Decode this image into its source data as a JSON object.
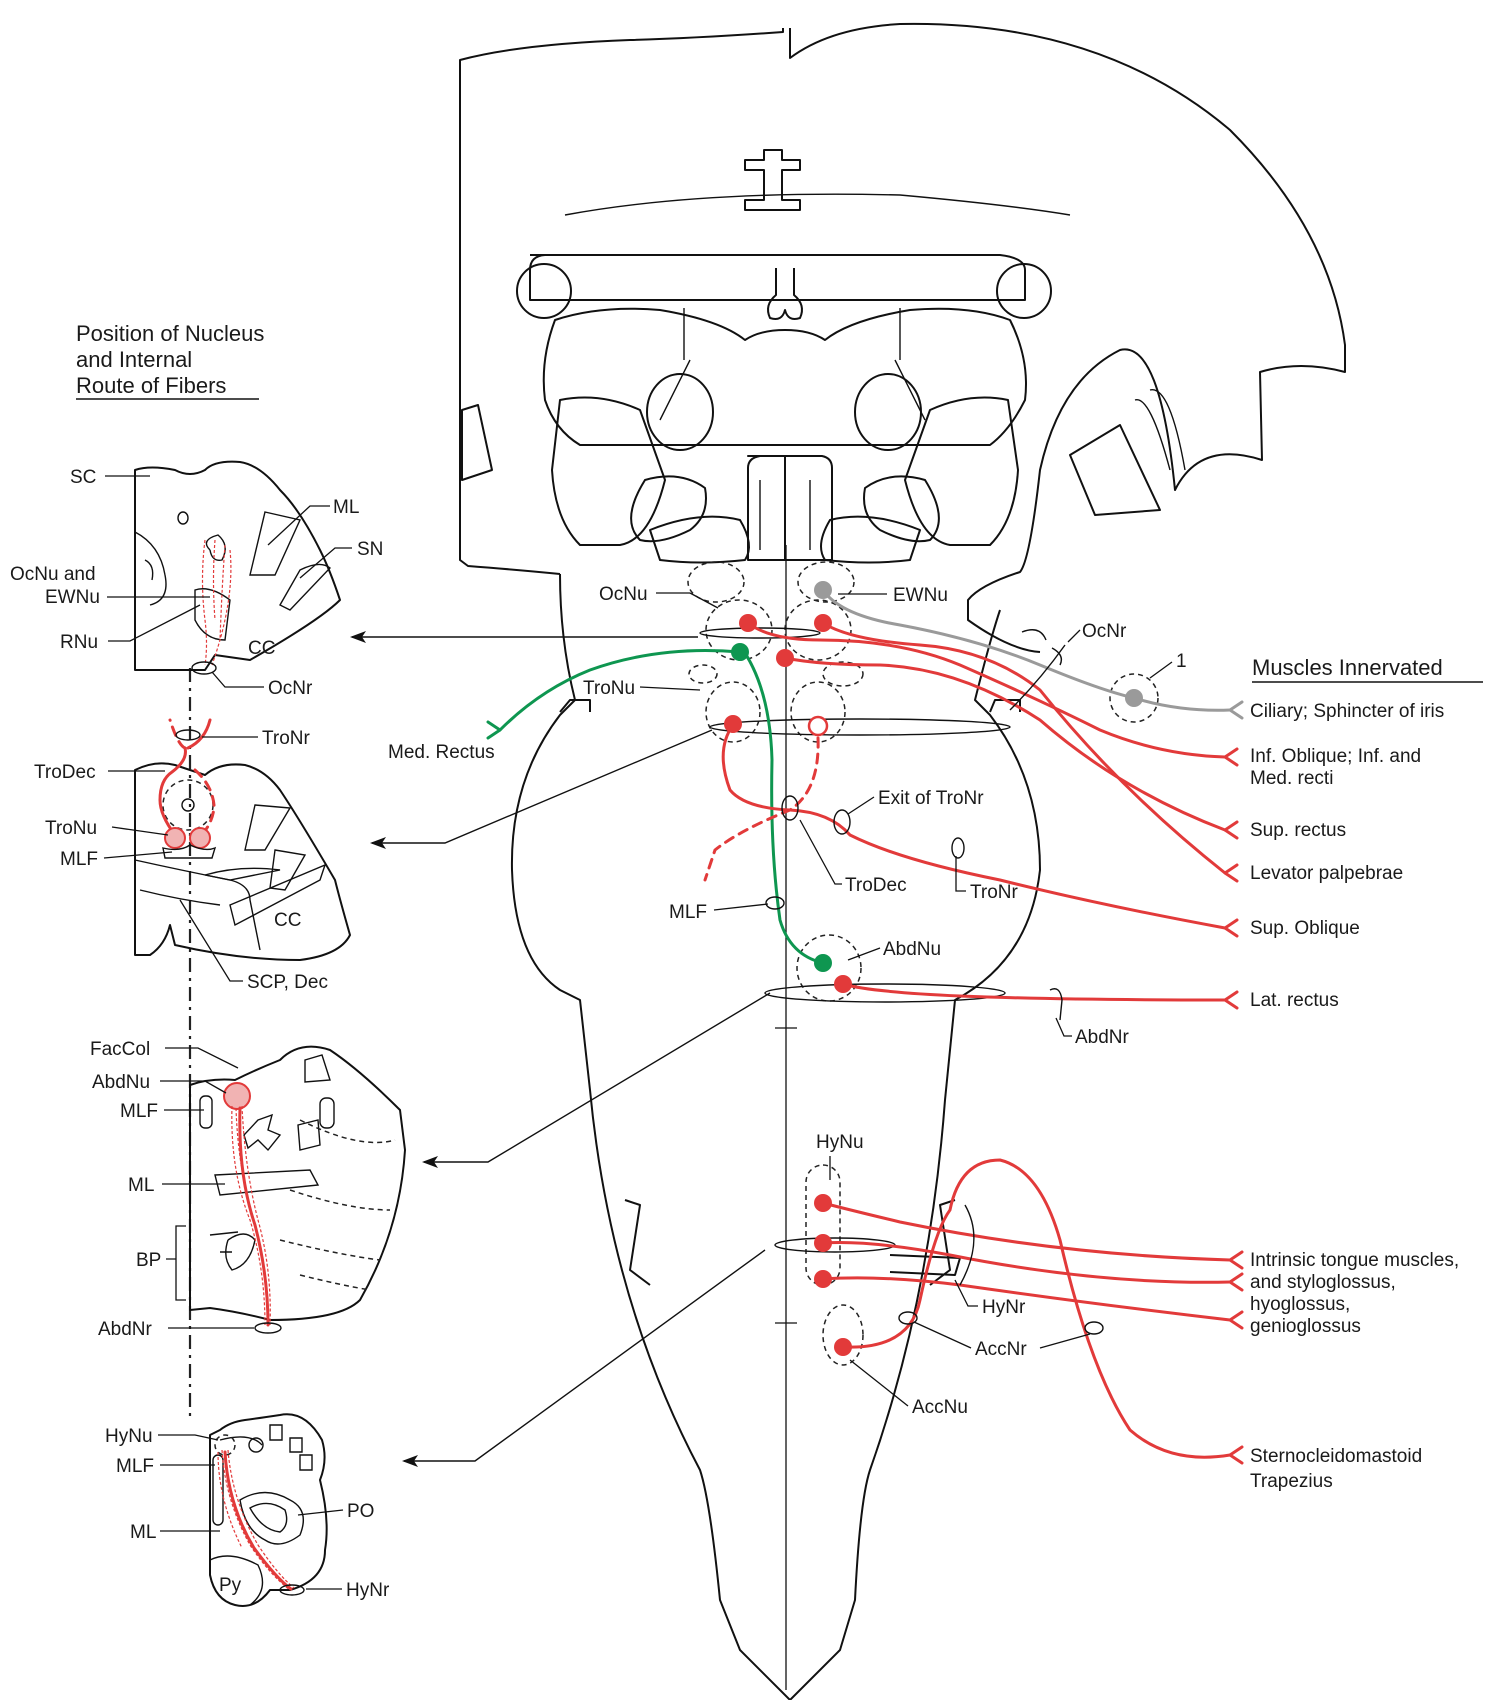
{
  "header": {
    "line1": "Position of  Nucleus",
    "line2": "and Internal",
    "line3": "Route of Fibers"
  },
  "muscles_header": "Muscles Innervated",
  "colors": {
    "motor": "#e23a3a",
    "mlf": "#0e9650",
    "parasympathetic": "#9a9a9a",
    "outline": "#111111"
  },
  "main_labels": {
    "ocnu": "OcNu",
    "ewnu": "EWNu",
    "ocnr": "OcNr",
    "ganglion_num": "1",
    "tronu": "TroNu",
    "med_rectus": "Med. Rectus",
    "exit_tronr": "Exit of TroNr",
    "trodec": "TroDec",
    "tronr": "TroNr",
    "mlf": "MLF",
    "abdnu": "AbdNu",
    "abdnr": "AbdNr",
    "hynu": "HyNu",
    "hynr": "HyNr",
    "accnr": "AccNr",
    "accnu": "AccNu"
  },
  "muscles": {
    "ciliary": "Ciliary;  Sphincter of iris",
    "inf_oblique_1": "Inf. Oblique;  Inf. and",
    "inf_oblique_2": "Med. recti",
    "sup_rectus": "Sup. rectus",
    "levator": "Levator palpebrae",
    "sup_oblique": "Sup. Oblique",
    "lat_rectus": "Lat. rectus",
    "tongue_1": "Intrinsic tongue muscles,",
    "tongue_2": "and styloglossus,",
    "tongue_3": "hyoglossus,",
    "tongue_4": "genioglossus",
    "scm": "Sternocleidomastoid",
    "trapezius": "Trapezius"
  },
  "sections": {
    "s1": {
      "sc": "SC",
      "ml": "ML",
      "sn": "SN",
      "ocnu_ew_1": "OcNu and",
      "ocnu_ew_2": "EWNu",
      "rnu": "RNu",
      "cc": "CC",
      "ocnr": "OcNr"
    },
    "s2": {
      "tronr": "TroNr",
      "trodec": "TroDec",
      "tronu": "TroNu",
      "mlf": "MLF",
      "cc": "CC",
      "scp": "SCP, Dec"
    },
    "s3": {
      "faccol": "FacCol",
      "abdnu": "AbdNu",
      "mlf": "MLF",
      "ml": "ML",
      "bp": "BP",
      "abdnr": "AbdNr"
    },
    "s4": {
      "hynu": "HyNu",
      "mlf": "MLF",
      "ml": "ML",
      "po": "PO",
      "py": "Py",
      "hynr": "HyNr"
    }
  }
}
